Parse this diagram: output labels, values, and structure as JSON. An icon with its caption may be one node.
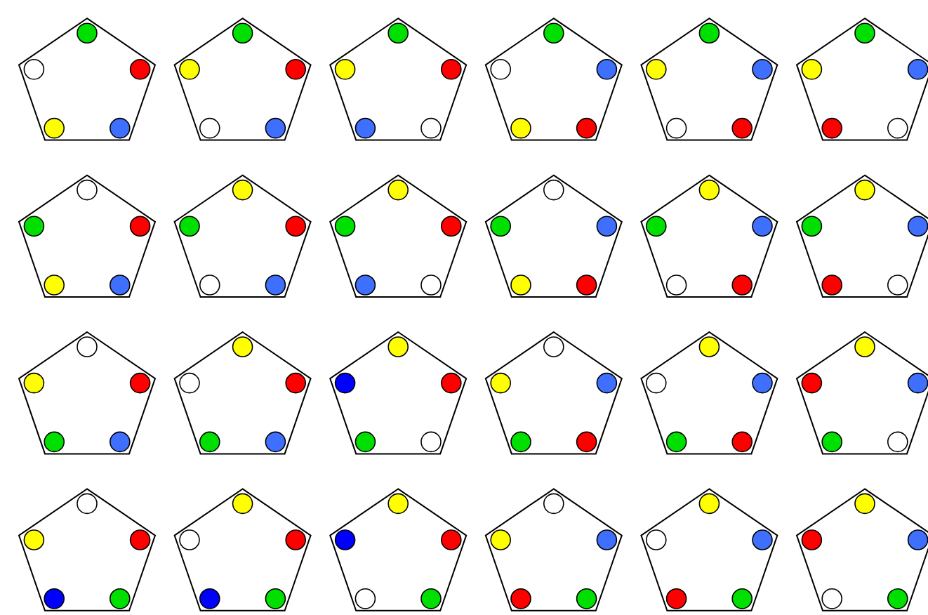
{
  "diagram": {
    "nodes": [
      {
        "text": [],
        "shape": "pentagon"
      },
      {
        "text": [],
        "shape": "pentagon"
      },
      {
        "text": [],
        "shape": "pentagon"
      },
      {
        "text": [],
        "shape": "pentagon"
      },
      {
        "text": [],
        "shape": "pentagon"
      },
      {
        "text": [],
        "shape": "pentagon"
      },
      {
        "text": [],
        "shape": "pentagon"
      },
      {
        "text": [],
        "shape": "pentagon"
      },
      {
        "text": [],
        "shape": "pentagon"
      },
      {
        "text": [],
        "shape": "pentagon"
      },
      {
        "text": [],
        "shape": "pentagon"
      },
      {
        "text": [],
        "shape": "pentagon"
      },
      {
        "text": [],
        "shape": "pentagon"
      },
      {
        "text": [],
        "shape": "pentagon"
      },
      {
        "text": [],
        "shape": "pentagon"
      },
      {
        "text": [],
        "shape": "pentagon"
      },
      {
        "text": [],
        "shape": "pentagon"
      },
      {
        "text": [],
        "shape": "pentagon"
      },
      {
        "text": [],
        "shape": "pentagon"
      },
      {
        "text": [],
        "shape": "pentagon"
      },
      {
        "text": [],
        "shape": "pentagon"
      },
      {
        "text": [],
        "shape": "pentagon"
      },
      {
        "text": [],
        "shape": "pentagon"
      },
      {
        "text": [],
        "shape": "pentagon"
      }
    ]
  }
}
